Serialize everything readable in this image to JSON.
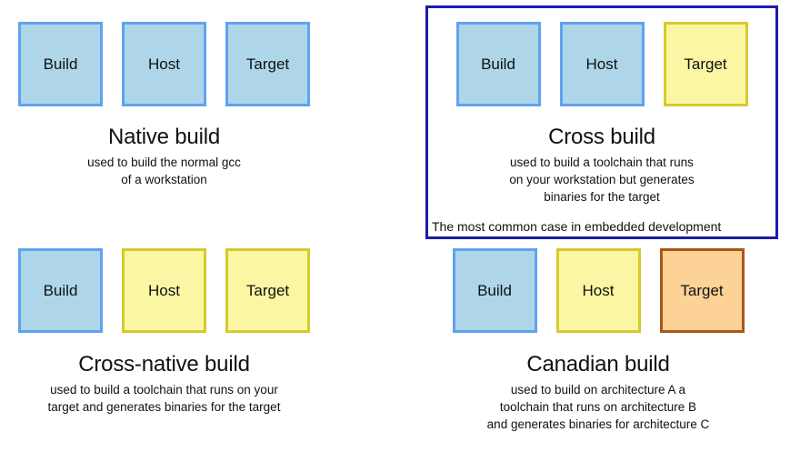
{
  "page": {
    "background": "#ffffff"
  },
  "diagram": {
    "colors": {
      "text": "#111111",
      "highlight_border": "#1c1cab",
      "box_blue_fill": "#aed6e8",
      "box_blue_border": "#60a2f2",
      "box_yellow_fill": "#fbf6a3",
      "box_yellow_border": "#d7ca2d",
      "box_orange_fill": "#fcd296",
      "box_orange_border": "#aa571b"
    },
    "sections": [
      {
        "id": "native-build",
        "title": "Native build",
        "description_lines": [
          "used to build the normal gcc",
          "of a workstation"
        ],
        "boxes": [
          {
            "label": "Build",
            "variant": "blue"
          },
          {
            "label": "Host",
            "variant": "blue"
          },
          {
            "label": "Target",
            "variant": "blue"
          }
        ]
      },
      {
        "id": "cross-build",
        "title": "Cross build",
        "highlighted": true,
        "description_lines": [
          "used to build a toolchain that runs",
          "on your workstation but generates",
          "binaries for the target"
        ],
        "note": "The most common case in embedded development",
        "boxes": [
          {
            "label": "Build",
            "variant": "blue"
          },
          {
            "label": "Host",
            "variant": "blue"
          },
          {
            "label": "Target",
            "variant": "yellow"
          }
        ]
      },
      {
        "id": "cross-native-build",
        "title": "Cross-native build",
        "description_lines": [
          "used to build a toolchain that runs on your",
          "target and generates binaries for the target"
        ],
        "boxes": [
          {
            "label": "Build",
            "variant": "blue"
          },
          {
            "label": "Host",
            "variant": "yellow"
          },
          {
            "label": "Target",
            "variant": "yellow"
          }
        ]
      },
      {
        "id": "canadian-build",
        "title": "Canadian build",
        "description_lines": [
          "used to build on architecture A a",
          "toolchain that runs on architecture B",
          "and generates binaries for architecture C"
        ],
        "boxes": [
          {
            "label": "Build",
            "variant": "blue"
          },
          {
            "label": "Host",
            "variant": "yellow"
          },
          {
            "label": "Target",
            "variant": "orange"
          }
        ]
      }
    ]
  }
}
